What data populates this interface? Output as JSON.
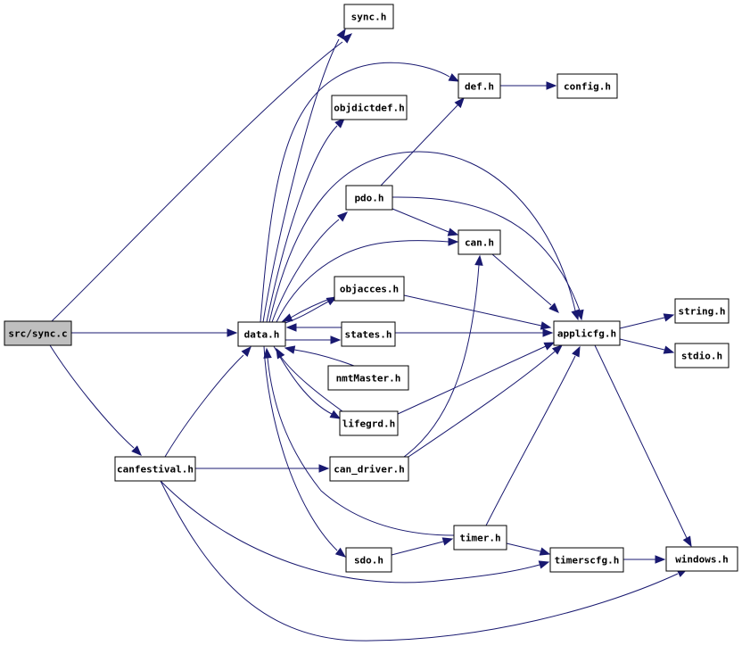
{
  "colors": {
    "edge": "#191970",
    "node_fill": "#ffffff",
    "root_fill": "#bfbfbf",
    "node_stroke": "#000000",
    "external_stroke": "#c0c0c0"
  },
  "graph": {
    "nodes": {
      "src_sync_c": {
        "label": "src/sync.c",
        "style": "root"
      },
      "data_h": {
        "label": "data.h",
        "style": "normal"
      },
      "canfestival_h": {
        "label": "canfestival.h",
        "style": "normal"
      },
      "sync_h": {
        "label": "sync.h",
        "style": "normal"
      },
      "def_h": {
        "label": "def.h",
        "style": "normal"
      },
      "config_h": {
        "label": "config.h",
        "style": "normal"
      },
      "objdictdef_h": {
        "label": "objdictdef.h",
        "style": "normal"
      },
      "pdo_h": {
        "label": "pdo.h",
        "style": "normal"
      },
      "can_h": {
        "label": "can.h",
        "style": "normal"
      },
      "objacces_h": {
        "label": "objacces.h",
        "style": "normal"
      },
      "states_h": {
        "label": "states.h",
        "style": "normal"
      },
      "nmtMaster_h": {
        "label": "nmtMaster.h",
        "style": "normal"
      },
      "lifegrd_h": {
        "label": "lifegrd.h",
        "style": "normal"
      },
      "can_driver_h": {
        "label": "can_driver.h",
        "style": "normal"
      },
      "timer_h": {
        "label": "timer.h",
        "style": "normal"
      },
      "sdo_h": {
        "label": "sdo.h",
        "style": "normal"
      },
      "applicfg_h": {
        "label": "applicfg.h",
        "style": "normal"
      },
      "timerscfg_h": {
        "label": "timerscfg.h",
        "style": "normal"
      },
      "string_h": {
        "label": "string.h",
        "style": "external"
      },
      "stdio_h": {
        "label": "stdio.h",
        "style": "external"
      },
      "windows_h": {
        "label": "windows.h",
        "style": "external"
      }
    },
    "edges": [
      [
        "src_sync_c",
        "data_h"
      ],
      [
        "src_sync_c",
        "sync_h"
      ],
      [
        "src_sync_c",
        "canfestival_h"
      ],
      [
        "data_h",
        "sync_h"
      ],
      [
        "data_h",
        "def_h"
      ],
      [
        "data_h",
        "objdictdef_h"
      ],
      [
        "data_h",
        "pdo_h"
      ],
      [
        "data_h",
        "can_h"
      ],
      [
        "data_h",
        "objacces_h"
      ],
      [
        "data_h",
        "states_h"
      ],
      [
        "data_h",
        "lifegrd_h"
      ],
      [
        "data_h",
        "sdo_h"
      ],
      [
        "data_h",
        "applicfg_h"
      ],
      [
        "canfestival_h",
        "data_h"
      ],
      [
        "canfestival_h",
        "can_driver_h"
      ],
      [
        "canfestival_h",
        "timerscfg_h"
      ],
      [
        "canfestival_h",
        "windows_h"
      ],
      [
        "def_h",
        "config_h"
      ],
      [
        "pdo_h",
        "def_h"
      ],
      [
        "pdo_h",
        "can_h"
      ],
      [
        "pdo_h",
        "applicfg_h"
      ],
      [
        "can_h",
        "applicfg_h"
      ],
      [
        "objacces_h",
        "data_h"
      ],
      [
        "objacces_h",
        "applicfg_h"
      ],
      [
        "states_h",
        "data_h"
      ],
      [
        "states_h",
        "applicfg_h"
      ],
      [
        "nmtMaster_h",
        "data_h"
      ],
      [
        "lifegrd_h",
        "data_h"
      ],
      [
        "lifegrd_h",
        "applicfg_h"
      ],
      [
        "can_driver_h",
        "can_h"
      ],
      [
        "can_driver_h",
        "applicfg_h"
      ],
      [
        "timer_h",
        "data_h"
      ],
      [
        "timer_h",
        "applicfg_h"
      ],
      [
        "timer_h",
        "timerscfg_h"
      ],
      [
        "sdo_h",
        "timer_h"
      ],
      [
        "applicfg_h",
        "string_h"
      ],
      [
        "applicfg_h",
        "stdio_h"
      ],
      [
        "applicfg_h",
        "windows_h"
      ],
      [
        "timerscfg_h",
        "windows_h"
      ]
    ]
  }
}
